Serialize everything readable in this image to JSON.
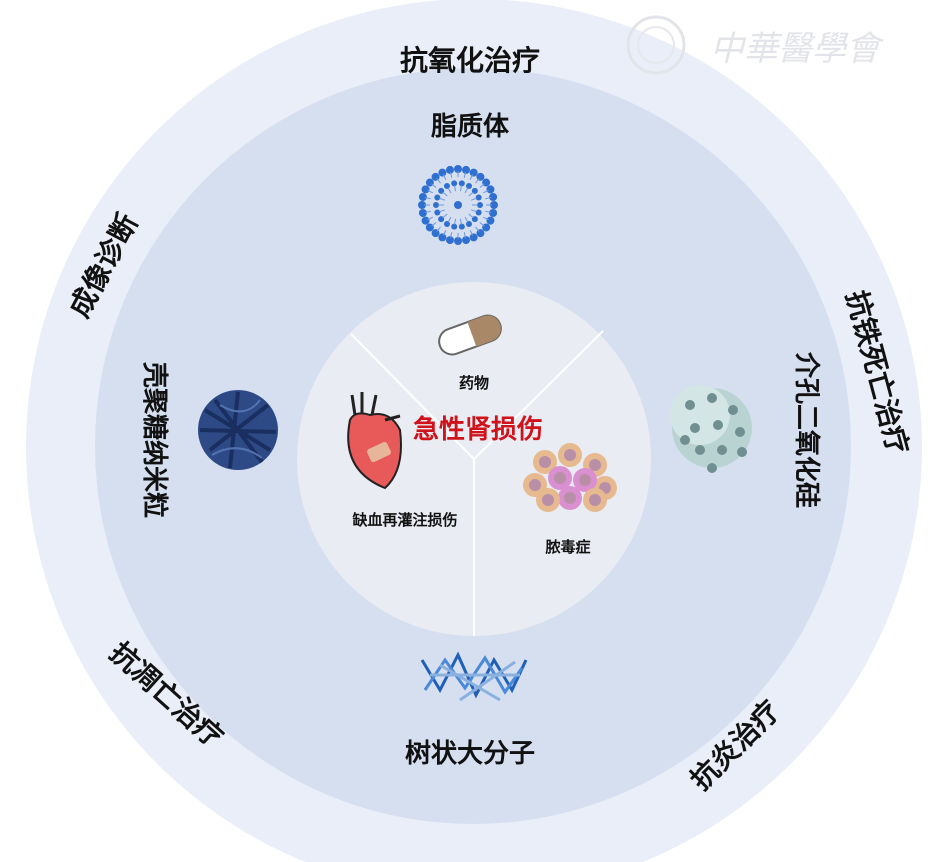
{
  "watermark": "中華醫學會",
  "center": {
    "title": "急性肾损伤",
    "causes": [
      "药物",
      "缺血再灌注损伤",
      "脓毒症"
    ]
  },
  "nanoparticles": [
    "脂质体",
    "介孔二氧化硅",
    "树状大分子",
    "壳聚糖纳米粒"
  ],
  "therapies": [
    "抗氧化治疗",
    "抗铁死亡治疗",
    "抗炎治疗",
    "抗凋亡治疗",
    "成像诊断"
  ],
  "colors": {
    "outer": "#e9eef8",
    "middle": "#d6dff0",
    "inner": "#e9ecf3",
    "title": "#d0121b"
  }
}
